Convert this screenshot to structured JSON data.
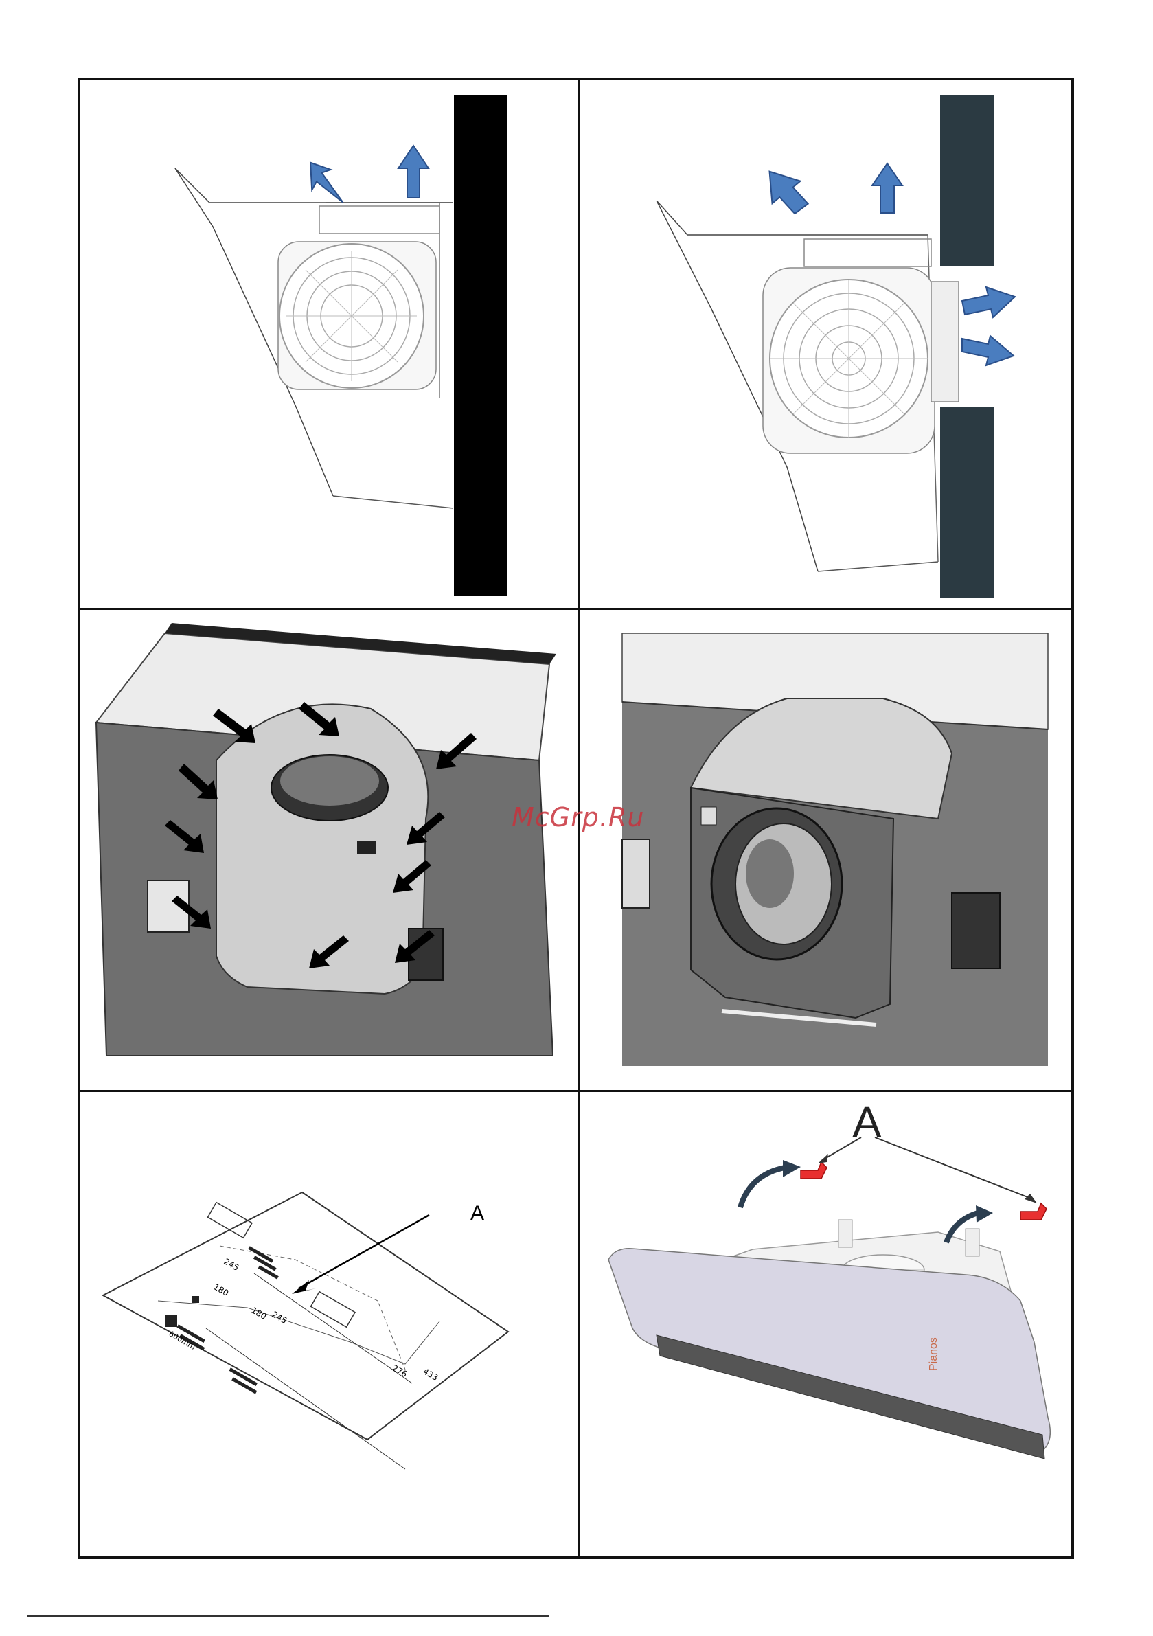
{
  "watermark": {
    "text": "McGrp.Ru"
  },
  "labels": {
    "label_a_template": "A",
    "label_a_brackets": "A"
  },
  "template_dimensions": {
    "d1": "245",
    "d2": "180",
    "d3": "180",
    "d4": "245",
    "d5": "276",
    "d6": "433",
    "d7": "600mm"
  },
  "colors": {
    "arrow_blue": "#4a7dbf",
    "wall_dark": "#2b3a42",
    "wall_black": "#000000",
    "bracket_red": "#e83030",
    "hood_panel": "#d8d6e4"
  }
}
